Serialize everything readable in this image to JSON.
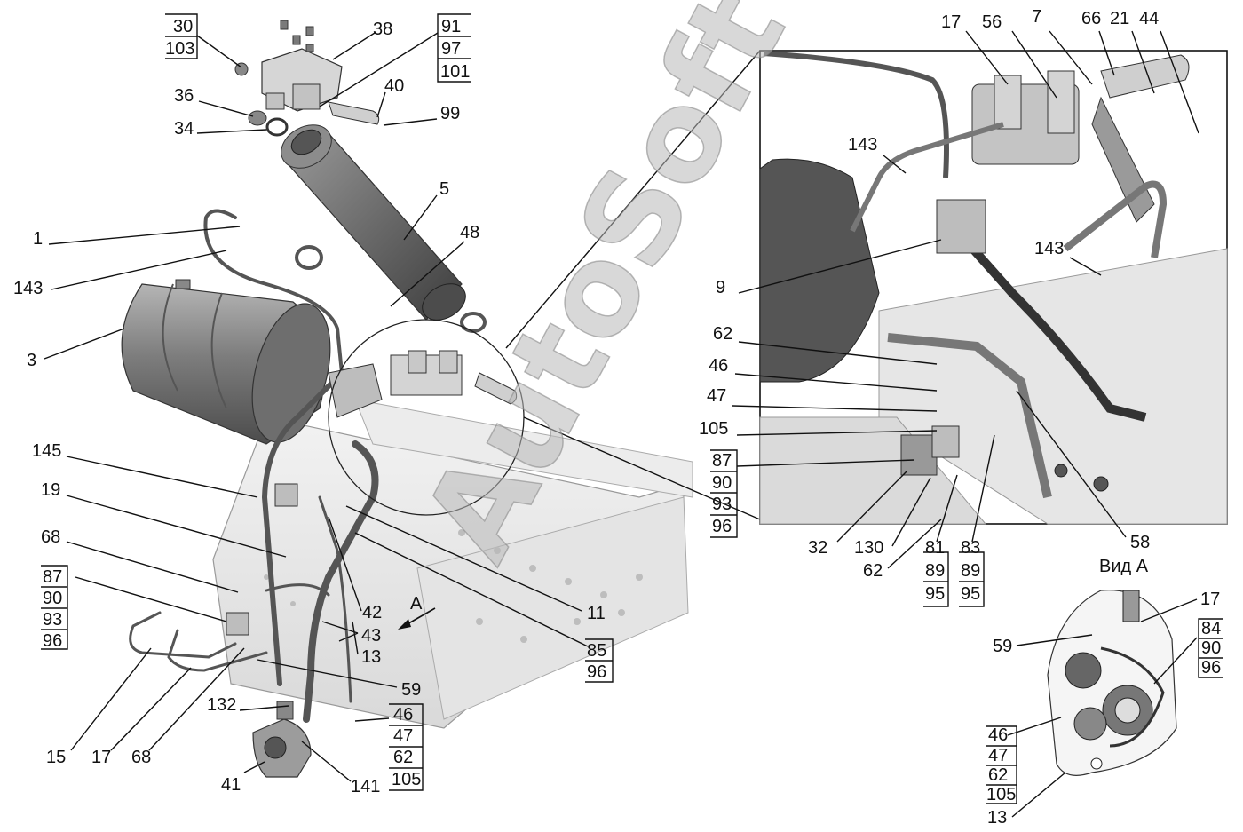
{
  "title": "",
  "view_label": "Вид А",
  "arrow_letter": "А",
  "watermark": "AutoSoft",
  "callouts": {
    "c30": "30",
    "c103": "103",
    "c38": "38",
    "c91": "91",
    "c97": "97",
    "c101": "101",
    "c36": "36",
    "c40": "40",
    "c34": "34",
    "c99": "99",
    "c5": "5",
    "c1": "1",
    "c48": "48",
    "c143_left": "143",
    "c3": "3",
    "c145": "145",
    "c19": "19",
    "c68_top": "68",
    "c87_left": "87",
    "c90_left": "90",
    "c93_left": "93",
    "c96_left": "96",
    "c42": "42",
    "c43": "43",
    "c13_left": "13",
    "c59_left": "59",
    "c11": "11",
    "c85": "85",
    "c96_mid": "96",
    "c132": "132",
    "c46_left": "46",
    "c47_left": "47",
    "c62_left": "62",
    "c105_left": "105",
    "c15": "15",
    "c17_left": "17",
    "c68_bottom": "68",
    "c41": "41",
    "c141": "141",
    "c17_inset": "17",
    "c56": "56",
    "c7": "7",
    "c66": "66",
    "c21": "21",
    "c44": "44",
    "c143_inset_a": "143",
    "c143_inset_b": "143",
    "c9": "9",
    "c62_inset": "62",
    "c46_inset": "46",
    "c47_inset": "47",
    "c105_inset": "105",
    "c87_inset": "87",
    "c90_inset": "90",
    "c93_inset": "93",
    "c96_inset": "96",
    "c32": "32",
    "c130": "130",
    "c62_inset_b": "62",
    "c81": "81",
    "c89_a": "89",
    "c95_a": "95",
    "c83": "83",
    "c89_b": "89",
    "c95_b": "95",
    "c58": "58",
    "c17_view": "17",
    "c59_view": "59",
    "c84": "84",
    "c90_view": "90",
    "c96_view": "96",
    "c46_view": "46",
    "c47_view": "47",
    "c62_view": "62",
    "c105_view": "105",
    "c13_view": "13"
  }
}
